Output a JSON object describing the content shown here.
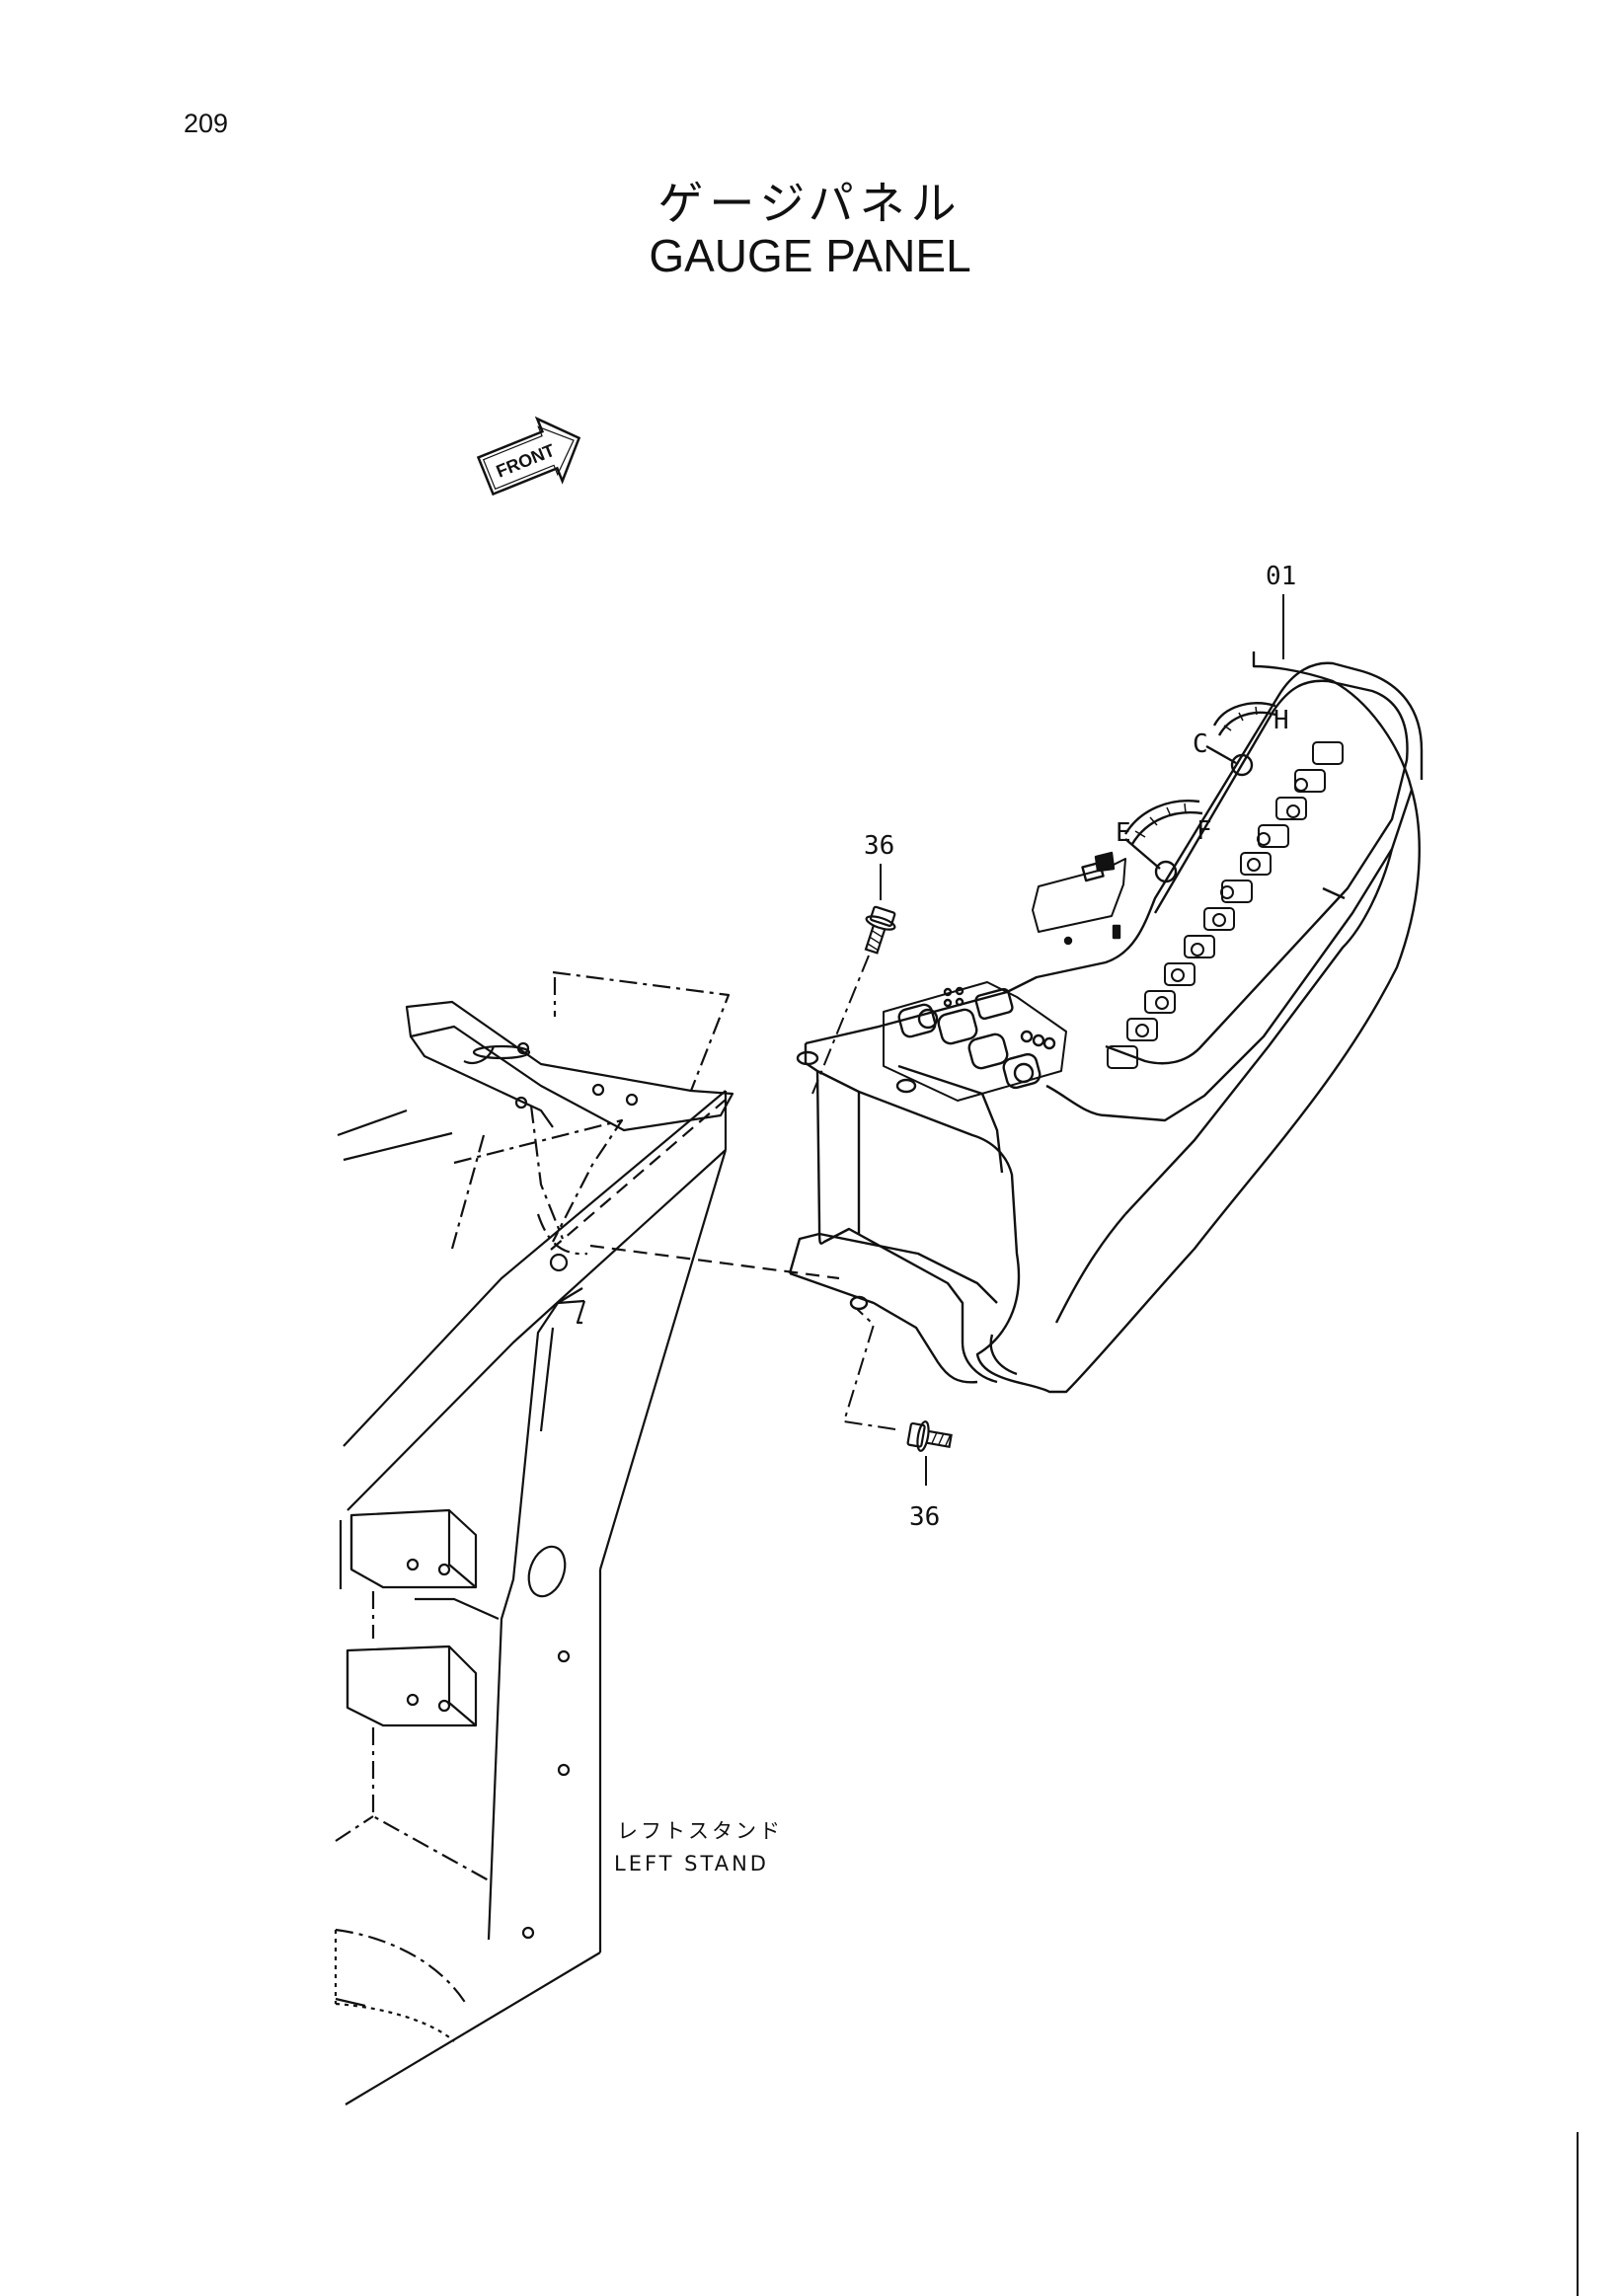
{
  "page_number": "209",
  "title_jp": "ゲージパネル",
  "title_en": "GAUGE PANEL",
  "front_arrow_label": "FRONT",
  "callouts": {
    "gauge_panel": "01",
    "bolt_upper": "36",
    "bolt_lower": "36"
  },
  "stand_label_jp": "レフトスタンド",
  "stand_label_en": "LEFT STAND",
  "gauge_letters": {
    "c": "C",
    "h": "H",
    "e": "E",
    "f": "F"
  }
}
